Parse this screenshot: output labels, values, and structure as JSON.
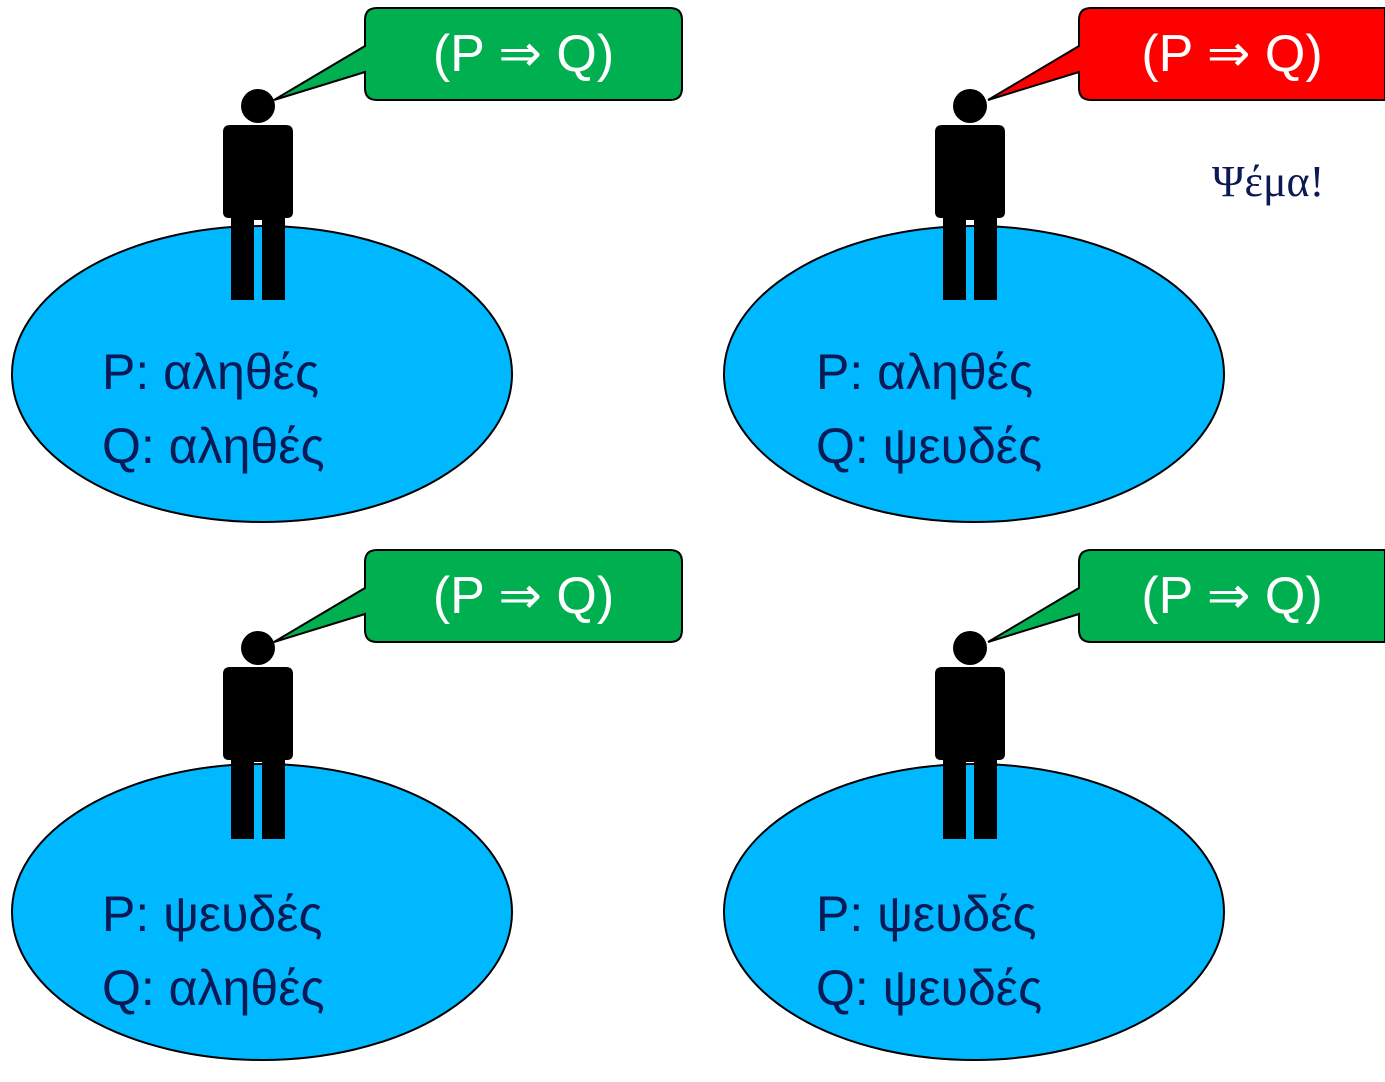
{
  "statement": "(P ⇒ Q)",
  "colors": {
    "world_fill": "#00b8ff",
    "bubble_true": "#00b050",
    "bubble_false": "#ff0000",
    "text": "#0b1a55",
    "person": "#000000"
  },
  "panels": [
    {
      "p_line": "P: αληθές",
      "q_line": "Q: αληθές",
      "bubble_color": "#00b050",
      "verdict": ""
    },
    {
      "p_line": "P: αληθές",
      "q_line": "Q: ψευδές",
      "bubble_color": "#ff0000",
      "verdict": "Ψέμα!"
    },
    {
      "p_line": "P: ψευδές",
      "q_line": "Q: αληθές",
      "bubble_color": "#00b050",
      "verdict": ""
    },
    {
      "p_line": "P: ψευδές",
      "q_line": "Q: ψευδές",
      "bubble_color": "#00b050",
      "verdict": ""
    }
  ]
}
